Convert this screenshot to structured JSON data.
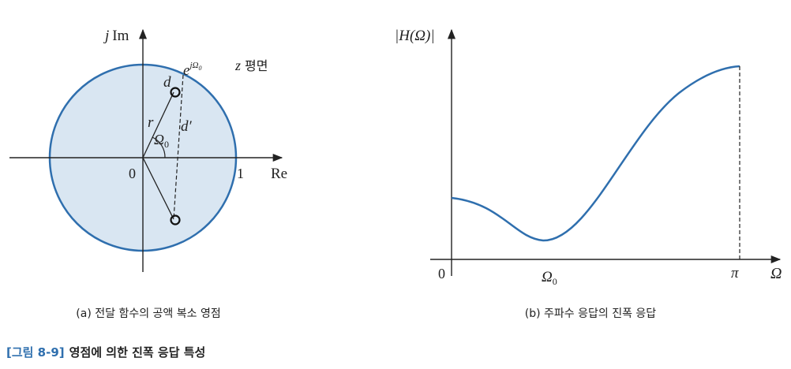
{
  "colors": {
    "circle_fill": "#d9e6f2",
    "circle_stroke": "#2f6fae",
    "curve": "#2f6fae",
    "axis": "#222222",
    "caption_blue": "#2f6fae"
  },
  "left": {
    "y_axis_label_j": "j",
    "y_axis_label_im": "Im",
    "x_axis_label": "Re",
    "origin_label": "0",
    "unit_label": "1",
    "point_label_e": "e",
    "point_label_exp": "jΩ",
    "point_label_exp_sub": "0",
    "plane_label_z": "z",
    "plane_label": "평면",
    "label_d": "d",
    "label_d_prime": "d′",
    "label_r": "r",
    "angle_label": "Ω",
    "angle_label_sub": "0",
    "caption": "(a) 전달 함수의 공액 복소 영점"
  },
  "right": {
    "y_axis_label": "|H(Ω)|",
    "x_axis_label": "Ω",
    "origin_label": "0",
    "omega0_label": "Ω",
    "omega0_sub": "0",
    "pi_label": "π",
    "caption": "(b) 주파수 응답의 진폭 응답"
  },
  "figure_caption": {
    "number": "[그림 8-9]",
    "title": "영점에 의한 진폭 응답 특성"
  }
}
